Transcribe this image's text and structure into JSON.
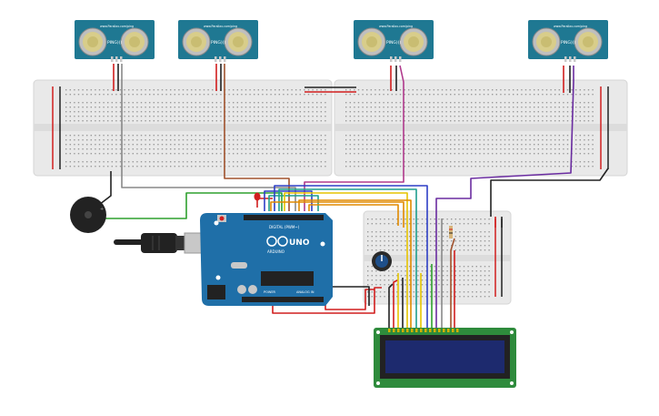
{
  "sensors": [
    {
      "model": "PING)))",
      "brand": "www.Parallax.com/ping"
    },
    {
      "model": "PING)))",
      "brand": "www.Parallax.com/ping"
    },
    {
      "model": "PING)))",
      "brand": "www.Parallax.com/ping"
    },
    {
      "model": "PING)))",
      "brand": "www.Parallax.com/ping"
    }
  ],
  "arduino": {
    "model": "UNO",
    "brand": "ARDUINO",
    "digital_label": "DIGITAL (PWM~)",
    "power_label": "POWER",
    "analog_label": "ANALOG IN"
  },
  "colors": {
    "pcb": "#1f6fa8",
    "sensor_pcb": "#1f7892",
    "lcd_pcb": "#2e8b3c",
    "lcd_screen": "#1d2a6e",
    "breadboard": "#e9e9e9",
    "rail_red": "#d11e1e",
    "rail_black": "#222222"
  },
  "icons": {
    "buzzer": "buzzer-icon",
    "potentiometer": "potentiometer-icon",
    "resistor": "resistor-icon",
    "led": "led-icon",
    "usb": "usb-cable-icon",
    "power_jack": "power-jack-icon"
  }
}
